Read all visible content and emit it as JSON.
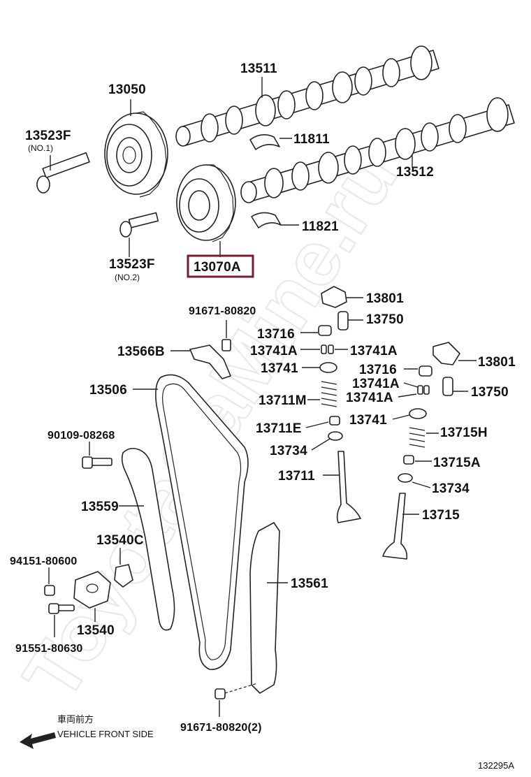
{
  "watermark": "ToyotaCaMine.ru",
  "labels": {
    "p13511": "13511",
    "p13050": "13050",
    "p13523F_top": "13523F",
    "p13523F_top_sub": "(NO.1)",
    "p11811": "11811",
    "p13512": "13512",
    "p11821": "11821",
    "p13523F_bot": "13523F",
    "p13523F_bot_sub": "(NO.2)",
    "p13070A": "13070A",
    "p13801_a": "13801",
    "p91671_top": "91671-80820",
    "p13750_a": "13750",
    "p13716_a": "13716",
    "p13741A_a": "13741A",
    "p13741A_b": "13741A",
    "p13566B": "13566B",
    "p13801_b": "13801",
    "p13741_a": "13741",
    "p13716_b": "13716",
    "p13506": "13506",
    "p13741A_c": "13741A",
    "p13711M": "13711M",
    "p13741A_d": "13741A",
    "p13750_b": "13750",
    "p90109": "90109-08268",
    "p13711E": "13711E",
    "p13741_b": "13741",
    "p13715H": "13715H",
    "p13734_a": "13734",
    "p13715A": "13715A",
    "p13711": "13711",
    "p13734_b": "13734",
    "p13559": "13559",
    "p13715": "13715",
    "p13540C": "13540C",
    "p94151": "94151-80600",
    "p13561": "13561",
    "p13540": "13540",
    "p91551": "91551-80630",
    "p91671_bot": "91671-80820(2)",
    "direction_jp": "車両前方",
    "direction_en": "VEHICLE FRONT SIDE",
    "figure_id": "132295A"
  },
  "highlight_color": "#7a1b2e"
}
